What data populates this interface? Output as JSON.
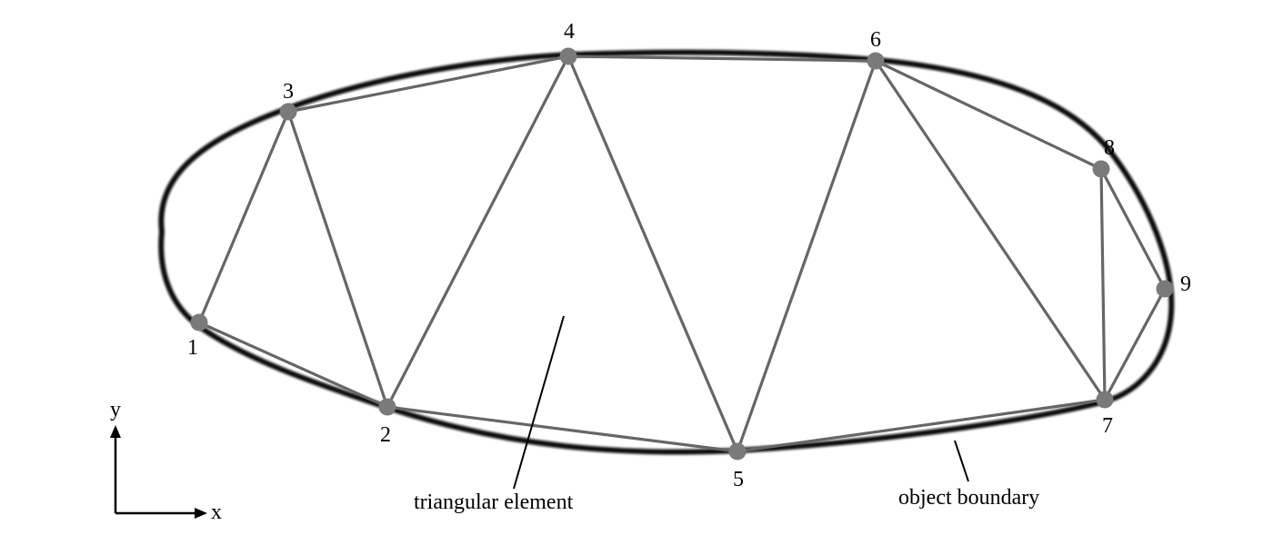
{
  "nodes": [
    {
      "id": "1",
      "label": "1"
    },
    {
      "id": "2",
      "label": "2"
    },
    {
      "id": "3",
      "label": "3"
    },
    {
      "id": "4",
      "label": "4"
    },
    {
      "id": "5",
      "label": "5"
    },
    {
      "id": "6",
      "label": "6"
    },
    {
      "id": "7",
      "label": "7"
    },
    {
      "id": "8",
      "label": "8"
    },
    {
      "id": "9",
      "label": "9"
    }
  ],
  "edges": [
    [
      "1",
      "3"
    ],
    [
      "1",
      "2"
    ],
    [
      "3",
      "2"
    ],
    [
      "3",
      "4"
    ],
    [
      "2",
      "4"
    ],
    [
      "2",
      "5"
    ],
    [
      "4",
      "5"
    ],
    [
      "4",
      "6"
    ],
    [
      "5",
      "6"
    ],
    [
      "5",
      "7"
    ],
    [
      "6",
      "7"
    ],
    [
      "6",
      "8"
    ],
    [
      "8",
      "7"
    ],
    [
      "8",
      "9"
    ],
    [
      "9",
      "7"
    ]
  ],
  "annotations": {
    "element_label": "triangular element",
    "boundary_label": "object boundary"
  },
  "axes": {
    "x_label": "x",
    "y_label": "y"
  },
  "colors": {
    "boundary": "#111111",
    "mesh_edge": "#666666",
    "node": "#7a7a7a",
    "text": "#000000"
  }
}
